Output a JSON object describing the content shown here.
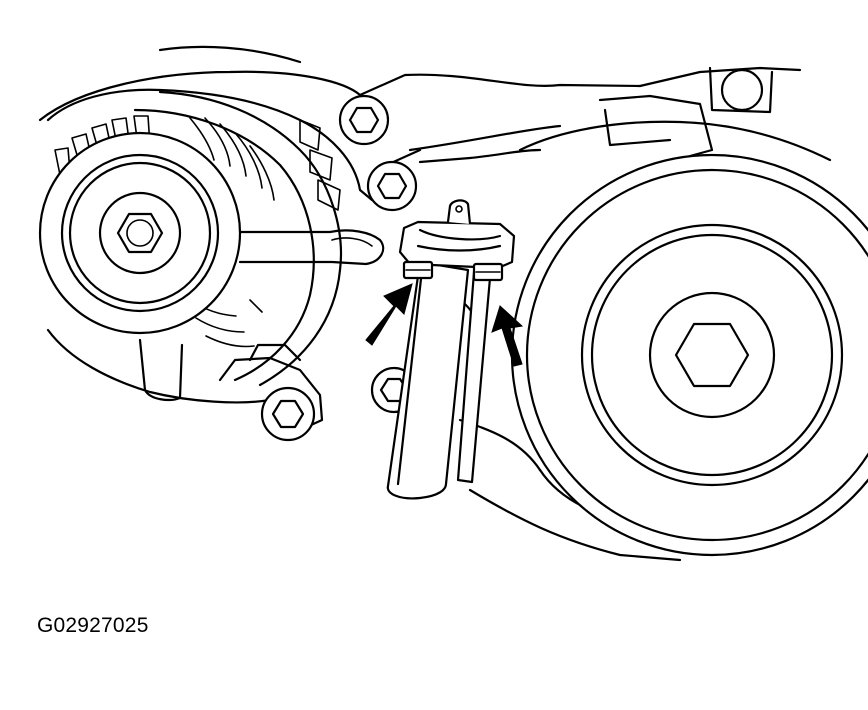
{
  "figure": {
    "caption": "G02927025",
    "components": {
      "alternator": "alternator-assembly",
      "alternator_pulley": "alternator-pulley",
      "crank_pulley": "crankshaft-pulley",
      "tool": "belt-tensioner-tool",
      "arrows": [
        "pointer-arrow-left",
        "pointer-arrow-right"
      ],
      "bolts": [
        "hex-bolt-top",
        "hex-bolt-mid",
        "hex-bolt-lower",
        "hex-bolt-bottom",
        "hex-bolt-topright"
      ]
    },
    "colors": {
      "line": "#000000",
      "background": "#ffffff"
    }
  }
}
